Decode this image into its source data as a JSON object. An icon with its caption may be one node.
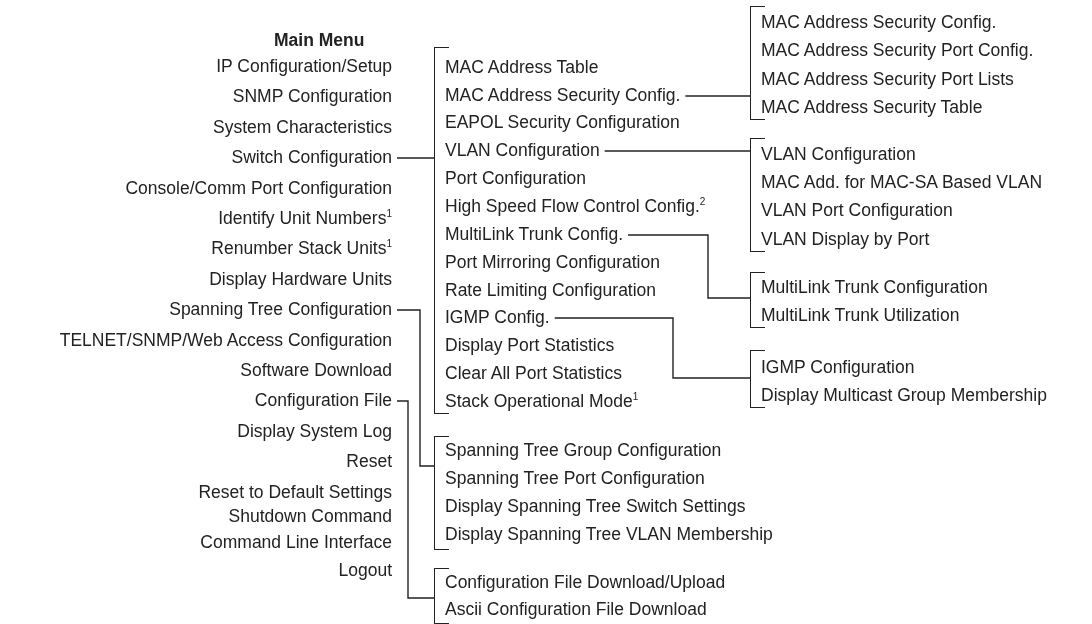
{
  "diagram": {
    "title": "Main Menu",
    "nodes": [
      {
        "text": [
          "IP Configuration/Setup"
        ]
      },
      {
        "text": [
          "SNMP Configuration"
        ]
      },
      {
        "text": [
          "System Characteristics"
        ]
      },
      {
        "text": [
          "Switch Configuration"
        ]
      },
      {
        "text": [
          "Console/Comm Port Configuration"
        ]
      },
      {
        "text": [
          "Identify Unit Numbers$^{1}$"
        ]
      },
      {
        "text": [
          "Renumber Stack Units$^{1}$"
        ]
      },
      {
        "text": [
          "Display Hardware Units"
        ]
      },
      {
        "text": [
          "Spanning Tree Configuration"
        ]
      },
      {
        "text": [
          "TELNET/SNMP/Web Access Configuration"
        ]
      },
      {
        "text": [
          "Software Download"
        ]
      },
      {
        "text": [
          "Configuration File"
        ]
      },
      {
        "text": [
          "Display System Log"
        ]
      },
      {
        "text": [
          "Reset"
        ]
      },
      {
        "text": [
          "Reset to Default Settings"
        ]
      },
      {
        "text": [
          "Shutdown Command"
        ]
      },
      {
        "text": [
          "Command Line Interface"
        ]
      },
      {
        "text": [
          "Logout"
        ]
      },
      {
        "text": [],
        "shape": "bracket"
      },
      {
        "text": [
          "MAC Address Table"
        ],
        "in": 18
      },
      {
        "text": [
          "MAC Address Security Config."
        ],
        "in": 18
      },
      {
        "text": [
          "EAPOL Security Configuration"
        ],
        "in": 18
      },
      {
        "text": [
          "VLAN Configuration"
        ],
        "in": 18
      },
      {
        "text": [
          "Port Configuration"
        ],
        "in": 18
      },
      {
        "text": [
          "High Speed Flow Control Config.$^{2}$"
        ],
        "in": 18
      },
      {
        "text": [
          "MultiLink Trunk Config."
        ],
        "in": 18
      },
      {
        "text": [
          "Port Mirroring Configuration"
        ],
        "in": 18
      },
      {
        "text": [
          "Rate Limiting Configuration"
        ],
        "in": 18
      },
      {
        "text": [
          "IGMP Config."
        ],
        "in": 18
      },
      {
        "text": [
          "Display Port Statistics"
        ],
        "in": 18
      },
      {
        "text": [
          "Clear All Port Statistics"
        ],
        "in": 18
      },
      {
        "text": [
          "Stack Operational Mode$^{1}$"
        ],
        "in": 18
      },
      {
        "text": [],
        "shape": "bracket"
      },
      {
        "text": [
          "MAC Address Security Config."
        ],
        "in": 32
      },
      {
        "text": [
          "MAC Address Security Port Config."
        ],
        "in": 32
      },
      {
        "text": [
          "MAC Address Security Port Lists"
        ],
        "in": 32
      },
      {
        "text": [
          "MAC Address Security Table"
        ],
        "in": 32
      },
      {
        "text": [],
        "shape": "bracket"
      },
      {
        "text": [
          "VLAN Configuration"
        ],
        "in": 37
      },
      {
        "text": [
          "MAC Add. for MAC-SA Based VLAN"
        ],
        "in": 37
      },
      {
        "text": [
          "VLAN Port Configuration"
        ],
        "in": 37
      },
      {
        "text": [
          "VLAN Display by Port"
        ],
        "in": 37
      },
      {
        "text": [],
        "shape": "bracket"
      },
      {
        "text": [
          "MultiLink Trunk Configuration"
        ],
        "in": 42
      },
      {
        "text": [
          "MultiLink Trunk Utilization"
        ],
        "in": 42
      },
      {
        "text": [],
        "shape": "bracket"
      },
      {
        "text": [
          "IGMP Configuration"
        ],
        "in": 45
      },
      {
        "text": [
          "Display Multicast Group Membership"
        ],
        "in": 45
      },
      {
        "text": [],
        "shape": "bracket"
      },
      {
        "text": [
          "Spanning Tree Group Configuration"
        ],
        "in": 48
      },
      {
        "text": [
          "Spanning Tree Port Configuration"
        ],
        "in": 48
      },
      {
        "text": [
          "Display Spanning Tree Switch Settings"
        ],
        "in": 48
      },
      {
        "text": [
          "Display Spanning Tree VLAN Membership"
        ],
        "in": 48
      },
      {
        "text": [],
        "shape": "bracket"
      },
      {
        "text": [
          "Configuration File Download/Upload"
        ],
        "in": 53
      },
      {
        "text": [
          "Ascii Configuration File Download"
        ],
        "in": 53
      }
    ],
    "edges": [
      {
        "from": 3,
        "to": 18,
        "arrow": "none"
      },
      {
        "from": 20,
        "to": 32,
        "arrow": "none"
      },
      {
        "from": 22,
        "to": 37,
        "arrow": "none"
      },
      {
        "from": 25,
        "to": 42,
        "arrow": "none"
      },
      {
        "from": 28,
        "to": 45,
        "arrow": "none"
      },
      {
        "from": 8,
        "to": 48,
        "arrow": "none"
      },
      {
        "from": 11,
        "to": 53,
        "arrow": "none"
      }
    ]
  }
}
